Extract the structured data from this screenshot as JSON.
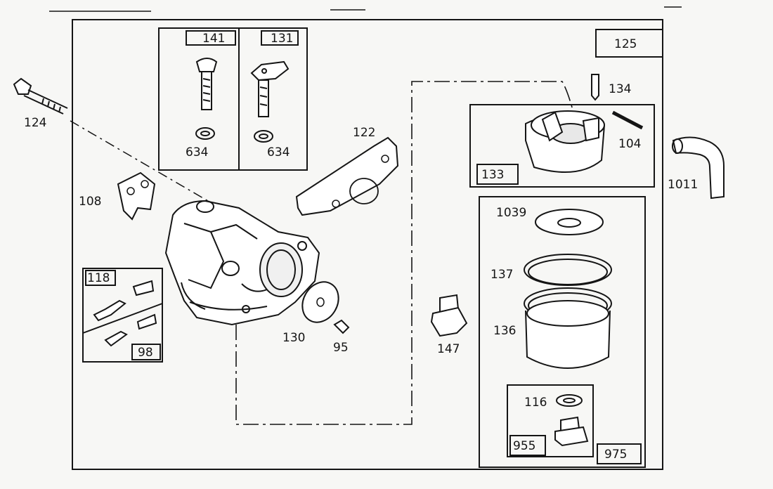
{
  "diagram": {
    "part_numbers": {
      "p141": "141",
      "p131": "131",
      "p634_left": "634",
      "p634_right": "634",
      "p124": "124",
      "p108": "108",
      "p118": "118",
      "p98": "98",
      "p122": "122",
      "p130": "130",
      "p95": "95",
      "p147": "147",
      "p125": "125",
      "p134": "134",
      "p104": "104",
      "p133": "133",
      "p1011": "1011",
      "p1039": "1039",
      "p137": "137",
      "p136": "136",
      "p116": "116",
      "p955": "955",
      "p975": "975"
    },
    "colors": {
      "ink": "#151515",
      "paper": "#f7f7f5",
      "shade": "#cfcfcf"
    }
  }
}
